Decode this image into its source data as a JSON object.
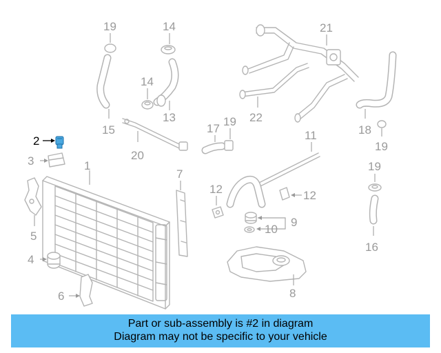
{
  "diagram": {
    "callouts": [
      "1",
      "2",
      "3",
      "4",
      "5",
      "6",
      "7",
      "8",
      "9",
      "10",
      "11",
      "12",
      "12",
      "13",
      "14",
      "14",
      "15",
      "16",
      "17",
      "18",
      "19",
      "19",
      "19",
      "19",
      "20",
      "21",
      "22"
    ],
    "highlighted_part": "2",
    "highlight_color": "#4aa8e0",
    "line_color": "#b4b4b4"
  },
  "banner": {
    "line1": "Part or sub-assembly is #2 in diagram",
    "line2": "Diagram may not be specific to your vehicle",
    "background": "#5bbcf3"
  }
}
